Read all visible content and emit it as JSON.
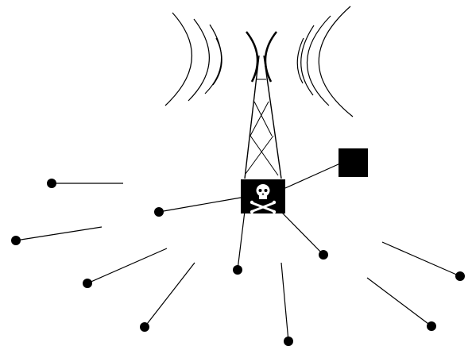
{
  "diagram": {
    "elements": {
      "radio_waves": {
        "count_per_side": 4
      },
      "antenna_tower": {},
      "compromised_node_icon": "skull-and-crossbones-icon",
      "gateway_node": {},
      "client_nodes": [
        {
          "connection": "none"
        },
        {
          "connection": "connected"
        },
        {
          "connection": "none"
        },
        {
          "connection": "none"
        },
        {
          "connection": "none"
        },
        {
          "connection": "connected"
        },
        {
          "connection": "none"
        },
        {
          "connection": "connected"
        },
        {
          "connection": "none"
        },
        {
          "connection": "none"
        }
      ]
    },
    "colors": {
      "line": "#000000",
      "node": "#000000",
      "background": "#ffffff",
      "skull": "#ffffff"
    }
  }
}
